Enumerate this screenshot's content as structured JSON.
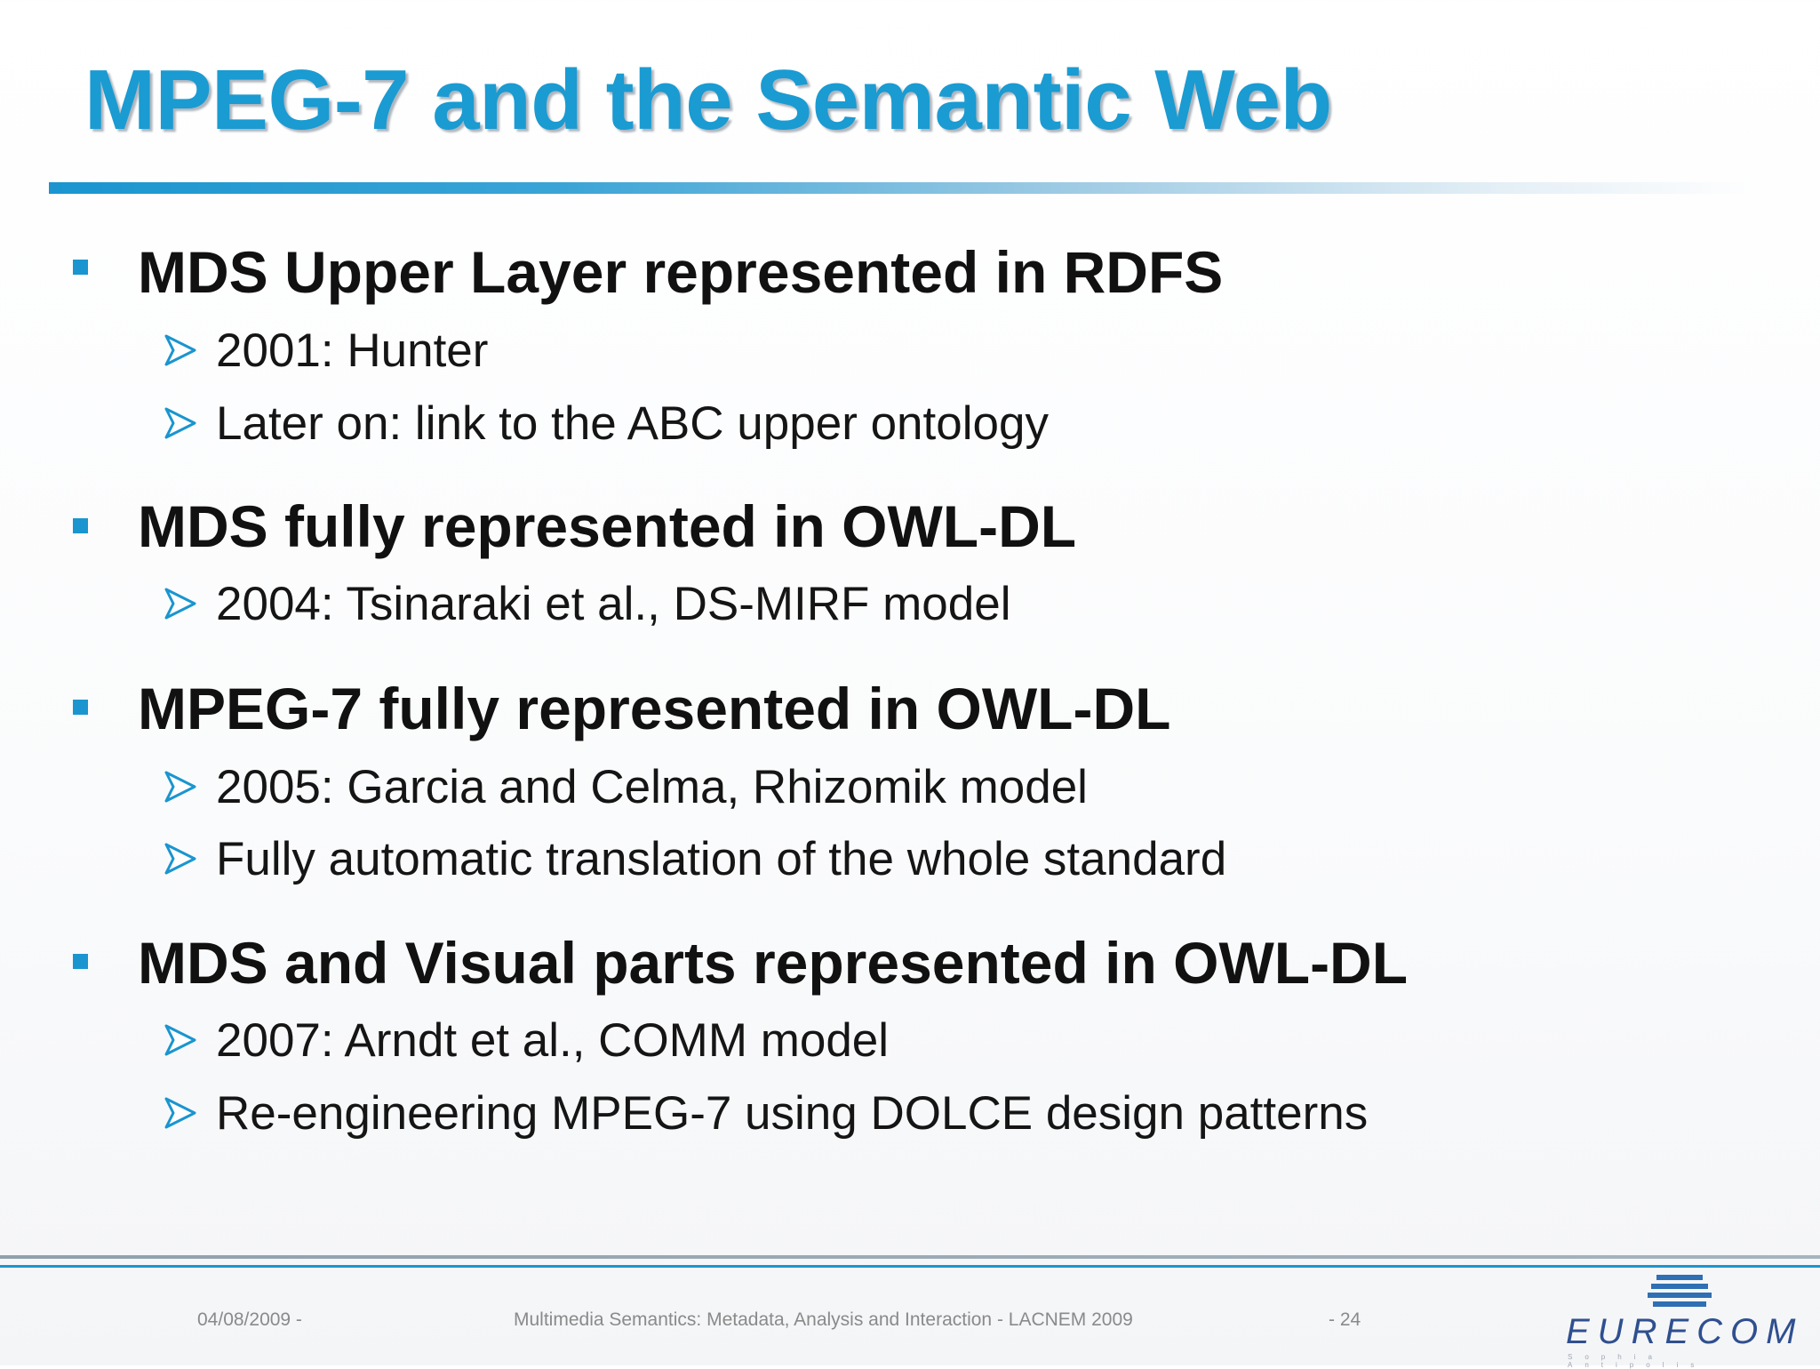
{
  "title": "MPEG-7 and the Semantic Web",
  "bullets": [
    {
      "text": "MDS Upper Layer represented in RDFS",
      "subs": [
        "2001: Hunter",
        "Later on: link to the ABC upper ontology"
      ]
    },
    {
      "text": "MDS fully represented in OWL-DL",
      "subs": [
        "2004: Tsinaraki et al., DS-MIRF model"
      ]
    },
    {
      "text": "MPEG-7 fully represented in OWL-DL",
      "subs": [
        "2005: Garcia and Celma, Rhizomik model",
        "Fully automatic translation of the whole standard"
      ]
    },
    {
      "text": "MDS and Visual parts represented in OWL-DL",
      "subs": [
        "2007: Arndt et al., COMM model",
        "Re-engineering MPEG-7 using DOLCE design patterns"
      ]
    }
  ],
  "footer": {
    "date": "04/08/2009 -",
    "caption": "Multimedia Semantics: Metadata, Analysis and Interaction - LACNEM 2009",
    "page": "- 24"
  },
  "logo": {
    "name": "EURECOM",
    "tagline": "Sophia Antipolis"
  },
  "colors": {
    "accent": "#1a9bd2",
    "logo": "#2f4f8f"
  }
}
